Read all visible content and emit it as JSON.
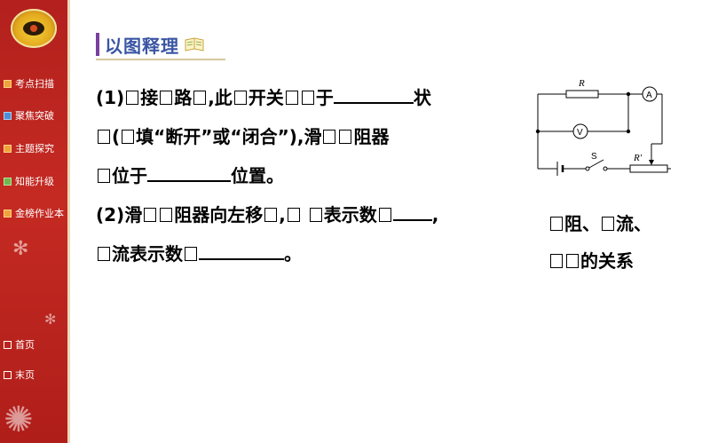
{
  "header": {
    "title": "以图释理"
  },
  "sidebar": {
    "items": [
      {
        "label": "考点扫描"
      },
      {
        "label": "聚焦突破"
      },
      {
        "label": "主题探究"
      },
      {
        "label": "知能升级"
      },
      {
        "label": "金榜作业本"
      }
    ],
    "footer": [
      {
        "label": "首页"
      },
      {
        "label": "末页"
      }
    ]
  },
  "question1": {
    "part1": "(1)",
    "part2": "接",
    "part3": "路",
    "part4": ",此",
    "part5": "开关",
    "part6": "于",
    "part7": "状",
    "part8": "(",
    "part9": "填“断开”或“闭合”),滑",
    "part10": "阻器",
    "part11": "位于",
    "part12": "位置。"
  },
  "question2": {
    "part1": "(2)滑",
    "part2": "阻器向左移",
    "part3": ",",
    "part4": "表示数",
    "part5": ",",
    "part6": "流表示数",
    "part7": "。"
  },
  "circuit": {
    "labels": {
      "resistor": "R",
      "ammeter": "A",
      "voltmeter": "V",
      "switch": "S",
      "rheostat": "R′"
    }
  },
  "caption": {
    "line1a": "阻、",
    "line1b": "流、",
    "line2": "的关系"
  }
}
